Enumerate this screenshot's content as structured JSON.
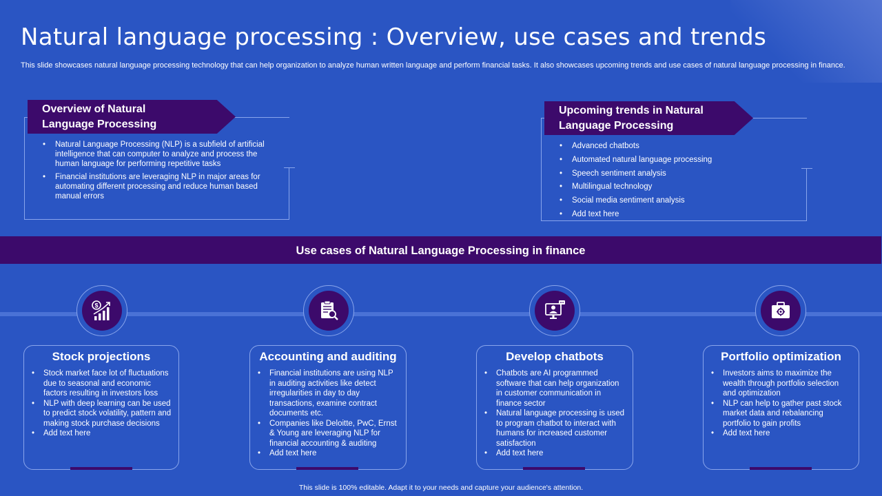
{
  "title": "Natural language processing : Overview, use cases and trends",
  "subtitle": "This slide showcases natural language processing technology that can help organization to analyze human written language and perform financial tasks. It also showcases upcoming trends and use cases of natural language processing in finance.",
  "overview": {
    "heading_line1": "Overview of Natural",
    "heading_line2": "Language Processing",
    "points": [
      "Natural Language Processing (NLP) is a subfield of artificial intelligence that can computer to analyze and process the human language for performing repetitive tasks",
      "Financial institutions are leveraging NLP in major areas for automating different processing and reduce human based manual errors"
    ]
  },
  "trends": {
    "heading_line1": "Upcoming trends in Natural",
    "heading_line2": "Language Processing",
    "points": [
      "Advanced chatbots",
      "Automated natural language processing",
      "Speech sentiment analysis",
      "Multilingual technology",
      "Social media sentiment analysis",
      "Add text here"
    ]
  },
  "banner": "Use cases of Natural Language Processing in finance",
  "use_cases": [
    {
      "icon": "stock-growth-icon",
      "title": "Stock projections",
      "points": [
        "Stock market face lot of fluctuations due to seasonal and economic factors resulting in investors loss",
        "NLP with deep learning can be used to predict stock volatility, pattern and making stock purchase decisions",
        "Add text here"
      ]
    },
    {
      "icon": "audit-report-icon",
      "title": "Accounting and auditing",
      "points": [
        "Financial institutions are using NLP in auditing activities like detect irregularities in day to day transactions, examine contract documents etc.",
        "Companies like Deloitte, PwC, Ernst & Young are leveraging NLP for financial accounting & auditing",
        "Add text here"
      ]
    },
    {
      "icon": "chatbot-monitor-icon",
      "title": "Develop chatbots",
      "points": [
        "Chatbots are AI programmed software that can help organization in customer communication in finance sector",
        "Natural language processing is used to program chatbot to interact with humans for increased customer satisfaction",
        "Add text here"
      ]
    },
    {
      "icon": "briefcase-gear-icon",
      "title": "Portfolio optimization",
      "points": [
        "Investors aims to maximize the wealth through portfolio selection and optimization",
        "NLP can help to gather past stock market data and rebalancing portfolio to gain profits",
        "Add text here"
      ]
    }
  ],
  "footer": "This slide is 100% editable. Adapt it to your needs and capture your audience's attention.",
  "colors": {
    "background": "#2a55c3",
    "accent_purple": "#3c0a6b",
    "outline": "#8aa6ec"
  }
}
